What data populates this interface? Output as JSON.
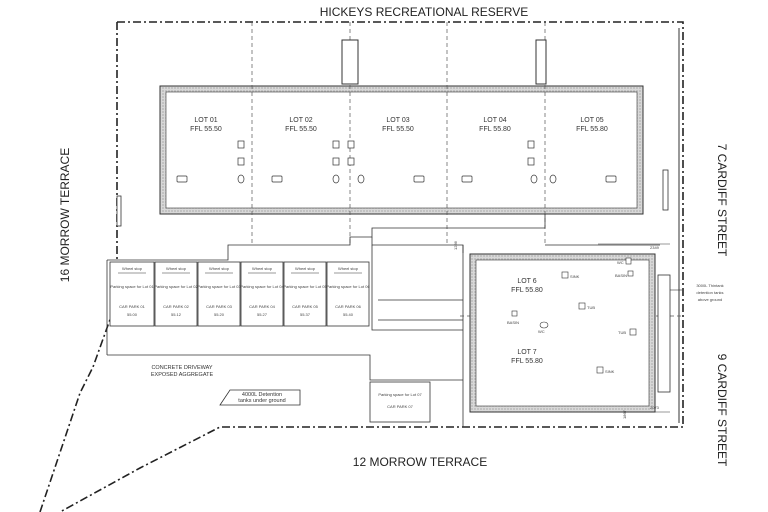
{
  "streets": {
    "north": "HICKEYS RECREATIONAL RESERVE",
    "south": "12 MORROW TERRACE",
    "west": "16 MORROW TERRACE",
    "east_upper": "7 CARDIFF STREET",
    "east_lower": "9 CARDIFF STREET"
  },
  "lots_top": [
    {
      "name": "LOT 01",
      "ffl": "FFL 55.50"
    },
    {
      "name": "LOT 02",
      "ffl": "FFL 55.50"
    },
    {
      "name": "LOT 03",
      "ffl": "FFL 55.50"
    },
    {
      "name": "LOT 04",
      "ffl": "FFL 55.80"
    },
    {
      "name": "LOT 05",
      "ffl": "FFL 55.80"
    }
  ],
  "lot6": {
    "name": "LOT 6",
    "ffl": "FFL 55.80"
  },
  "lot7": {
    "name": "LOT 7",
    "ffl": "FFL 55.80"
  },
  "parking": [
    {
      "stop": "Wheel stop",
      "desc": "Parking space for Lot 01",
      "bay": "CAR PARK 01",
      "level": "55.00"
    },
    {
      "stop": "Wheel stop",
      "desc": "Parking space for Lot 02",
      "bay": "CAR PARK 02",
      "level": "55.12"
    },
    {
      "stop": "Wheel stop",
      "desc": "Parking space for Lot 03",
      "bay": "CAR PARK 03",
      "level": "55.20"
    },
    {
      "stop": "Wheel stop",
      "desc": "Parking space for Lot 04",
      "bay": "CAR PARK 04",
      "level": "55.27"
    },
    {
      "stop": "Wheel stop",
      "desc": "Parking space for Lot 05",
      "bay": "CAR PARK 05",
      "level": "55.37"
    },
    {
      "stop": "Wheel stop",
      "desc": "Parking space for Lot 06",
      "bay": "CAR PARK 06",
      "level": "55.40"
    }
  ],
  "parking7": {
    "desc": "Parking space for Lot 07",
    "bay": "CAR PARK 07"
  },
  "driveway": [
    "CONCRETE DRIVEWAY",
    "EXPOSED AGGREGATE"
  ],
  "detention_main": [
    "4000L Detention",
    "tanks under ground"
  ],
  "detention_side": [
    "3000L Thintank",
    "detention tanks",
    "above ground"
  ],
  "fixtures": {
    "wc": "WC",
    "basin": "BASIN",
    "sink": "SINK",
    "tub": "TUB"
  },
  "dims": {
    "d1": "2349",
    "d2": "2073",
    "d3": "1867",
    "d4": "1236"
  },
  "colors": {
    "line": "#222222",
    "hatch": "#9a9a9a",
    "dash": "#555555"
  }
}
